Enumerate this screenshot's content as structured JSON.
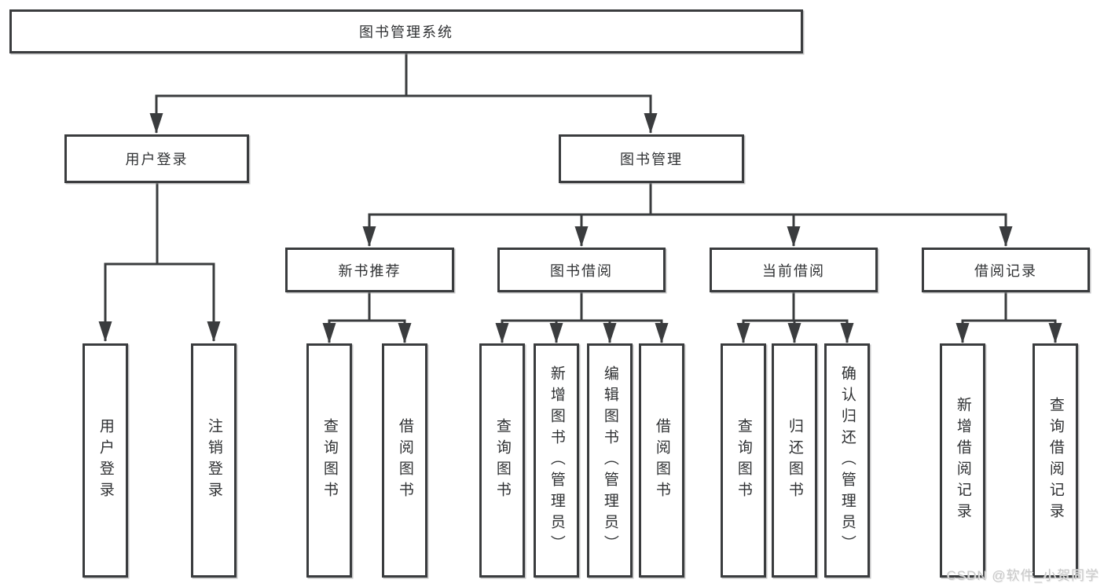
{
  "diagram": {
    "root": {
      "label": "图书管理系统",
      "children": [
        {
          "label": "用户登录",
          "children": [
            {
              "label": "用户登录"
            },
            {
              "label": "注销登录"
            }
          ]
        },
        {
          "label": "图书管理",
          "children": [
            {
              "label": "新书推荐",
              "children": [
                {
                  "label": "查询图书"
                },
                {
                  "label": "借阅图书"
                }
              ]
            },
            {
              "label": "图书借阅",
              "children": [
                {
                  "label": "查询图书"
                },
                {
                  "label": "新增图书（管理员）"
                },
                {
                  "label": "编辑图书（管理员）"
                },
                {
                  "label": "借阅图书"
                }
              ]
            },
            {
              "label": "当前借阅",
              "children": [
                {
                  "label": "查询图书"
                },
                {
                  "label": "归还图书"
                },
                {
                  "label": "确认归还（管理员）"
                }
              ]
            },
            {
              "label": "借阅记录",
              "children": [
                {
                  "label": "新增借阅记录"
                },
                {
                  "label": "查询借阅记录"
                }
              ]
            }
          ]
        }
      ]
    }
  },
  "watermark": {
    "text": "CSDN @软件_小贺同学"
  },
  "colors": {
    "line": "#3a3c3e",
    "box_border": "#3a3c3e",
    "text": "#2f3133",
    "watermark": "#c9c9c9",
    "background": "#ffffff"
  }
}
